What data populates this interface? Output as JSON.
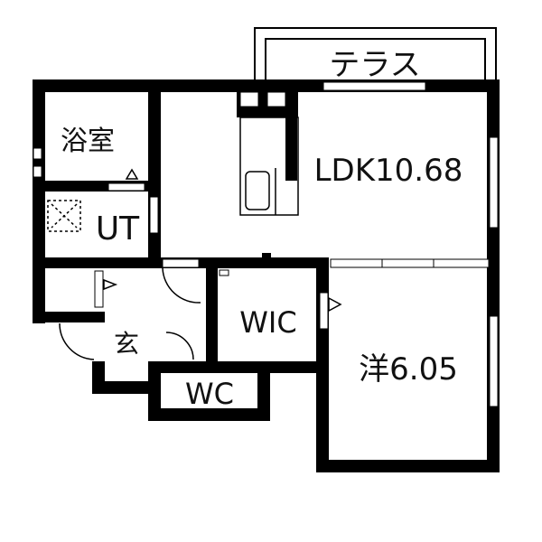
{
  "plan": {
    "terrace": "テラス",
    "rooms": {
      "bath": "浴室",
      "utility": "UT",
      "ldk": "LDK10.68",
      "entrance": "玄",
      "wic": "WIC",
      "wc": "WC",
      "western": "洋6.05"
    },
    "colors": {
      "wall": "#000000",
      "background": "#ffffff"
    }
  }
}
